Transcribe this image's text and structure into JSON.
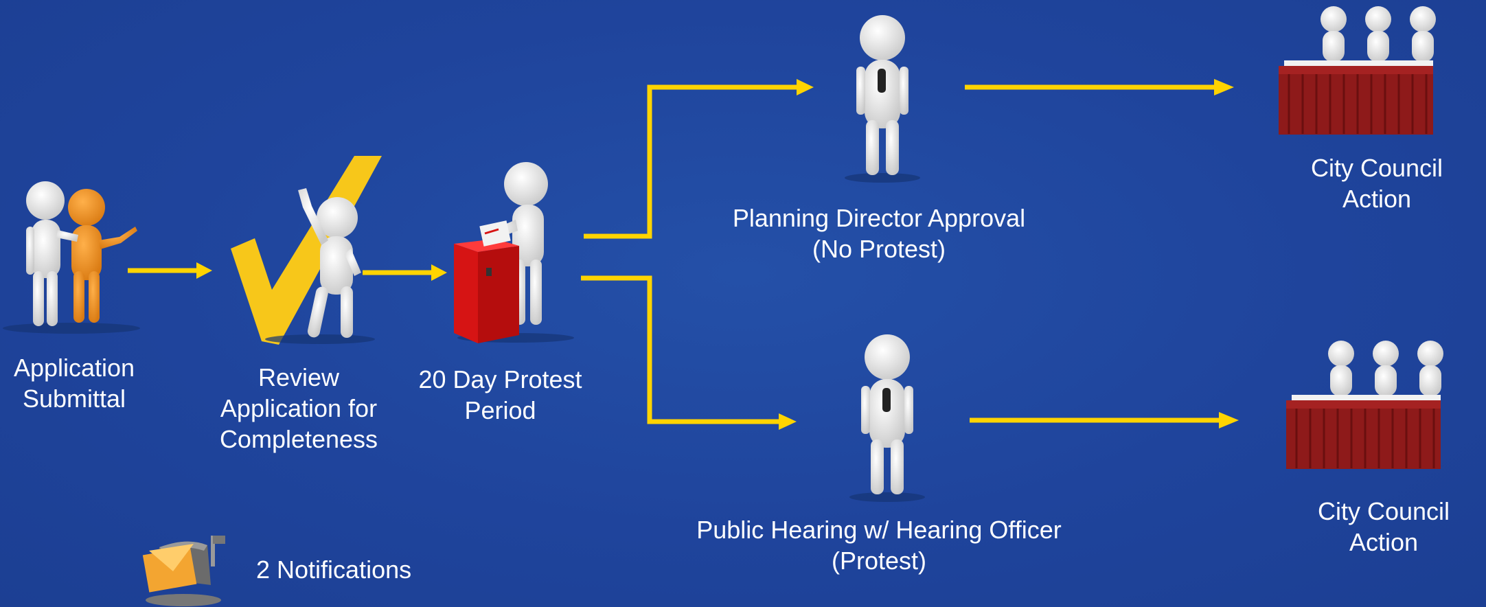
{
  "diagram": {
    "background_color": "#1f449c",
    "arrow_color": "#ffd400",
    "steps": {
      "application_submittal": {
        "lines": [
          "Application",
          "Submittal"
        ]
      },
      "review": {
        "lines": [
          "Review",
          "Application for",
          "Completeness"
        ]
      },
      "protest_period": {
        "lines": [
          "20 Day Protest",
          "Period"
        ]
      },
      "planning_director": {
        "lines": [
          "Planning Director Approval",
          "(No Protest)"
        ]
      },
      "public_hearing": {
        "lines": [
          "Public Hearing w/ Hearing Officer",
          "(Protest)"
        ]
      },
      "council_top": {
        "lines": [
          "City Council",
          "Action"
        ]
      },
      "council_bottom": {
        "lines": [
          "City Council",
          "Action"
        ]
      }
    },
    "notifications": {
      "label": "2 Notifications",
      "icon": "mailbox-icon"
    }
  }
}
